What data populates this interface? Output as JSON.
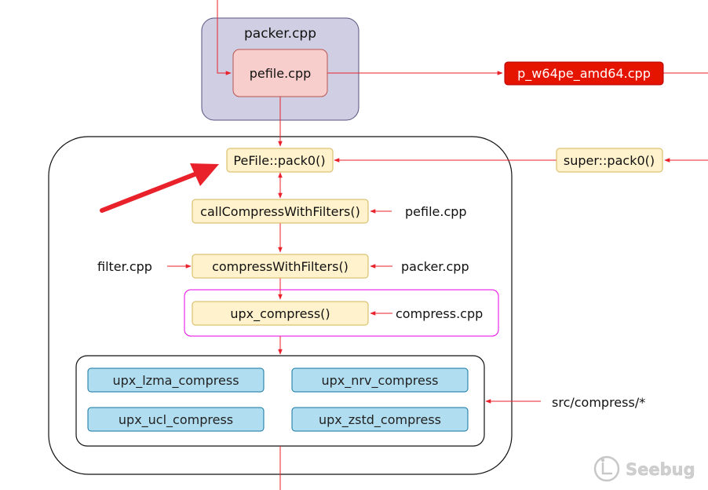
{
  "containers": {
    "packer_group": "packer.cpp"
  },
  "nodes": {
    "pefile": "pefile.cpp",
    "p_w64pe": "p_w64pe_amd64.cpp",
    "pack0": "PeFile::pack0()",
    "super_pack0": "super::pack0()",
    "call_compress": "callCompressWithFilters()",
    "compress_filters": "compressWithFilters()",
    "upx_compress": "upx_compress()",
    "lzma": "upx_lzma_compress",
    "nrv": "upx_nrv_compress",
    "ucl": "upx_ucl_compress",
    "zstd": "upx_zstd_compress"
  },
  "labels": {
    "pefile_cpp": "pefile.cpp",
    "filter_cpp": "filter.cpp",
    "packer_cpp": "packer.cpp",
    "compress_cpp": "compress.cpp",
    "src_compress": "src/compress/*"
  },
  "watermark": "Seebug",
  "colors": {
    "edge": "#e8212b",
    "yellow_fill": "#fff2cc",
    "yellow_stroke": "#d6b656",
    "blue_fill": "#b1ddf0",
    "blue_stroke": "#10739e",
    "pink_fill": "#f8cecc",
    "pink_stroke": "#b85450",
    "purple_fill": "#d0cee2",
    "purple_stroke": "#56517e",
    "red_fill": "#e51400",
    "magenta_stroke": "#e600e6"
  }
}
